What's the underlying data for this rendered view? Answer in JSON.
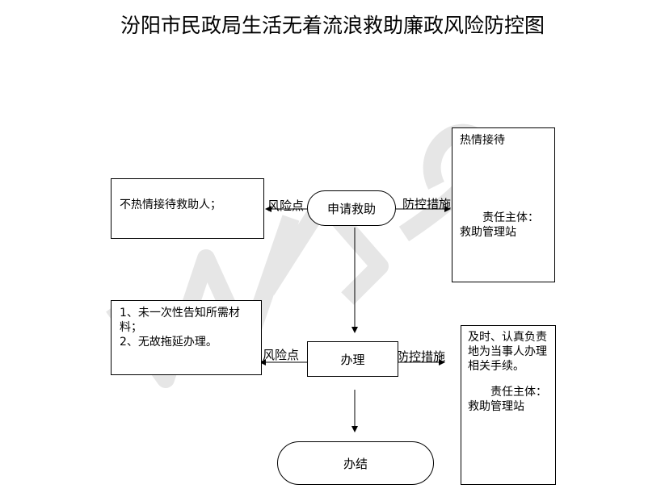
{
  "title": "汾阳市民政局生活无着流浪救助廉政风险防控图",
  "nodes": {
    "apply": "申请救助",
    "handle": "办理",
    "finish": "办结"
  },
  "risks": {
    "apply_label": "风险点",
    "apply_text": "不热情接待救助人；",
    "handle_label": "风险点",
    "handle_text": "1、未一次性告知所需材料；\n2、无故拖延办理。"
  },
  "controls": {
    "apply_label": "防控措施",
    "apply_text": "热情接待",
    "apply_owner": "责任主体：\n救助管理站",
    "handle_label": "防控措施",
    "handle_text": "及时、认真负责地为当事人办理相关手续。",
    "handle_owner": "责任主体：\n救助管理站"
  }
}
